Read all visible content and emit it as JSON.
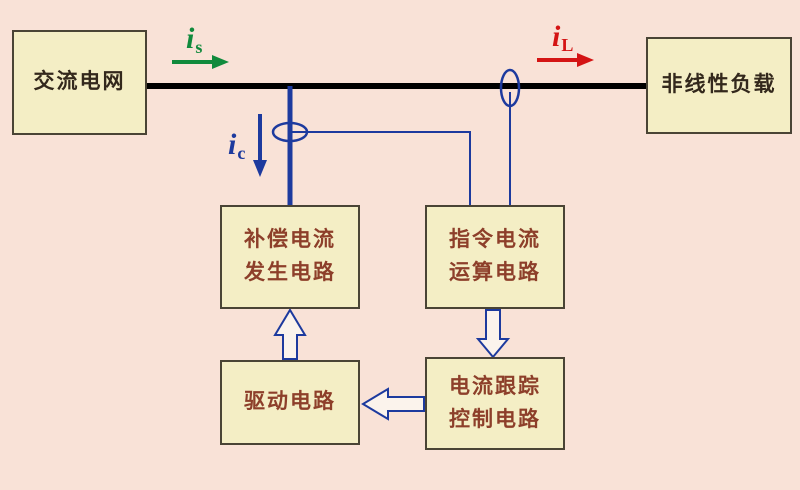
{
  "diagram": {
    "type": "active-power-filter-block-diagram",
    "boxes": {
      "ac_grid": {
        "label": "交流电网"
      },
      "nonlinear_load": {
        "label": "非线性负载"
      },
      "compensation": {
        "line1": "补偿电流",
        "line2": "发生电路"
      },
      "command": {
        "line1": "指令电流",
        "line2": "运算电路"
      },
      "drive": {
        "label": "驱动电路"
      },
      "tracking": {
        "line1": "电流跟踪",
        "line2": "控制电路"
      }
    },
    "currents": {
      "is": {
        "symbol": "i",
        "sub": "s",
        "color": "#118a3c",
        "direction": "right"
      },
      "iL": {
        "symbol": "i",
        "sub": "L",
        "color": "#d41414",
        "direction": "right"
      },
      "ic": {
        "symbol": "i",
        "sub": "c",
        "color": "#1d3a9e",
        "direction": "down"
      }
    },
    "colors": {
      "background": "#f9e2d7",
      "box_fill": "#f4eec5",
      "box_border": "#4a4435",
      "terminal_text": "#33281c",
      "inner_text": "#8d3f2a",
      "power_line": "#000000",
      "blue_line": "#1d3a9e"
    },
    "icons": {
      "sensor_compensation": "current-sensor-ellipse",
      "sensor_load": "current-sensor-ellipse"
    },
    "connections": [
      "ac_grid - power line - nonlinear_load",
      "power line - compensation (thick blue, ic)",
      "compensation sensor -> command",
      "load sensor -> command",
      "command -> tracking",
      "tracking -> drive",
      "drive -> compensation"
    ]
  }
}
